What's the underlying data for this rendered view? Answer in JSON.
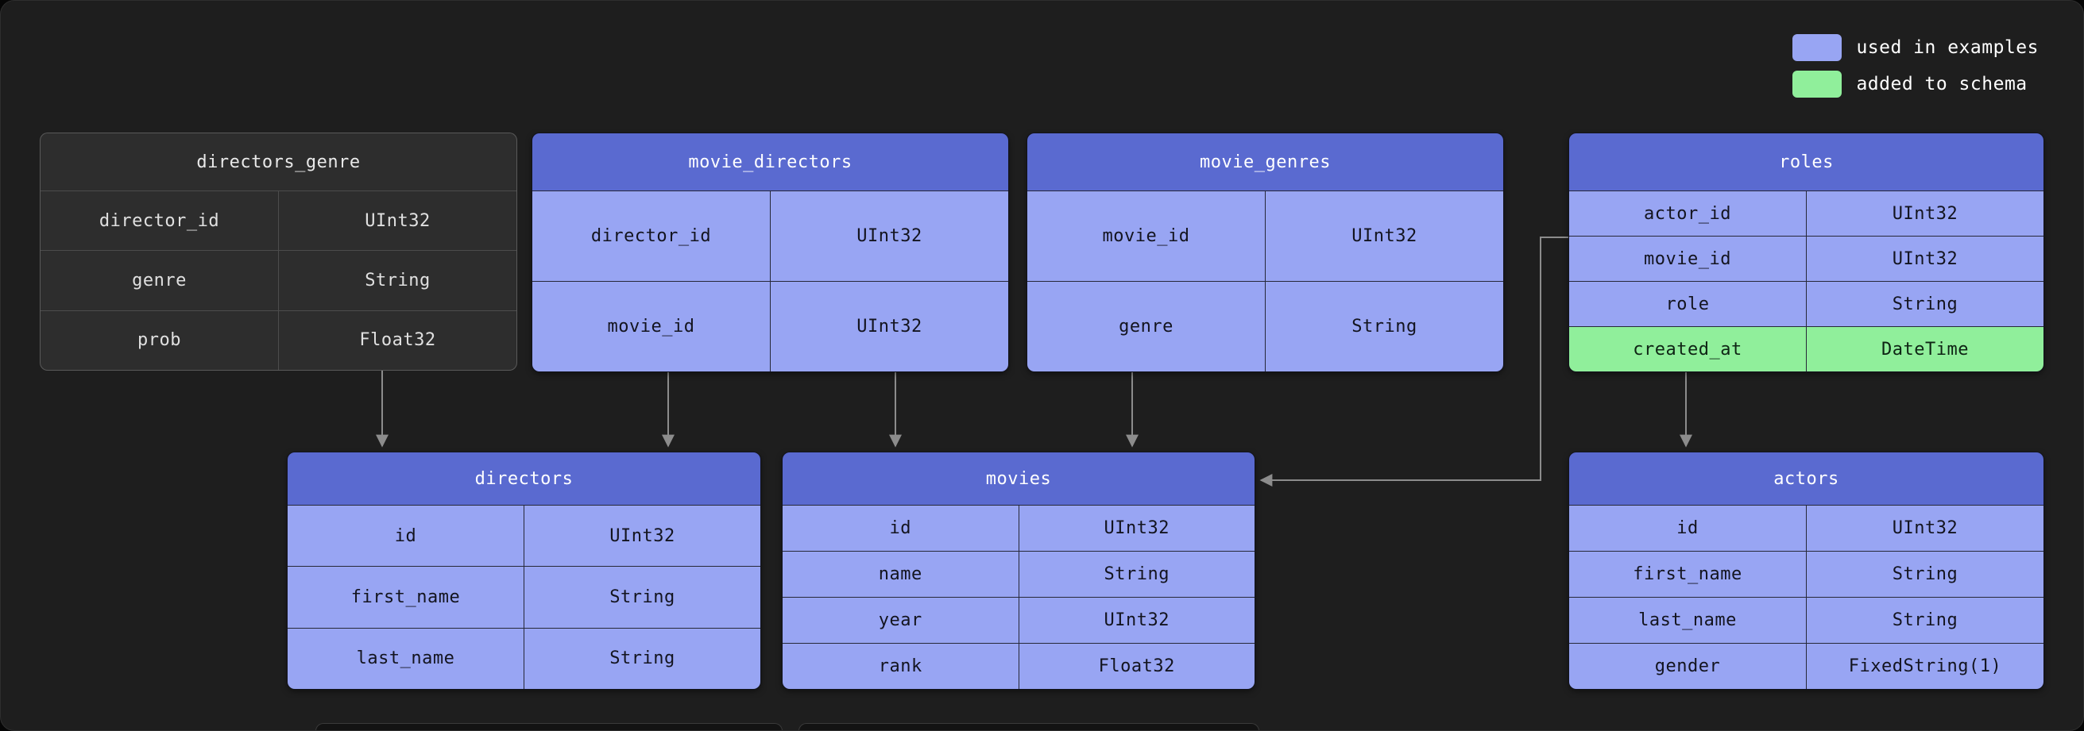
{
  "legend": {
    "items": [
      {
        "label": "used in examples",
        "color": "#98a5f3"
      },
      {
        "label": "added to schema",
        "color": "#90ef9b"
      }
    ]
  },
  "colors": {
    "background": "#1e1e1e",
    "table_header_blue": "#5a6ad0",
    "table_cell_blue": "#98a5f3",
    "added_row_green": "#90ef9b",
    "muted_table_gray": "#2d2d2d",
    "connector_gray": "#8c8c8c"
  },
  "tables": {
    "directors_genre": {
      "title": "directors_genre",
      "status": "not_used",
      "rows": [
        {
          "field": "director_id",
          "type": "UInt32"
        },
        {
          "field": "genre",
          "type": "String"
        },
        {
          "field": "prob",
          "type": "Float32"
        }
      ]
    },
    "movie_directors": {
      "title": "movie_directors",
      "status": "used_in_examples",
      "rows": [
        {
          "field": "director_id",
          "type": "UInt32"
        },
        {
          "field": "movie_id",
          "type": "UInt32"
        }
      ]
    },
    "movie_genres": {
      "title": "movie_genres",
      "status": "used_in_examples",
      "rows": [
        {
          "field": "movie_id",
          "type": "UInt32"
        },
        {
          "field": "genre",
          "type": "String"
        }
      ]
    },
    "roles": {
      "title": "roles",
      "status": "used_in_examples",
      "rows": [
        {
          "field": "actor_id",
          "type": "UInt32"
        },
        {
          "field": "movie_id",
          "type": "UInt32"
        },
        {
          "field": "role",
          "type": "String"
        },
        {
          "field": "created_at",
          "type": "DateTime",
          "status": "added_to_schema"
        }
      ]
    },
    "directors": {
      "title": "directors",
      "status": "used_in_examples",
      "rows": [
        {
          "field": "id",
          "type": "UInt32"
        },
        {
          "field": "first_name",
          "type": "String"
        },
        {
          "field": "last_name",
          "type": "String"
        }
      ]
    },
    "movies": {
      "title": "movies",
      "status": "used_in_examples",
      "rows": [
        {
          "field": "id",
          "type": "UInt32"
        },
        {
          "field": "name",
          "type": "String"
        },
        {
          "field": "year",
          "type": "UInt32"
        },
        {
          "field": "rank",
          "type": "Float32"
        }
      ]
    },
    "actors": {
      "title": "actors",
      "status": "used_in_examples",
      "rows": [
        {
          "field": "id",
          "type": "UInt32"
        },
        {
          "field": "first_name",
          "type": "String"
        },
        {
          "field": "last_name",
          "type": "String"
        },
        {
          "field": "gender",
          "type": "FixedString(1)"
        }
      ]
    }
  },
  "connections": [
    {
      "from": "directors_genre",
      "to": "directors"
    },
    {
      "from": "movie_directors",
      "to": "directors"
    },
    {
      "from": "movie_directors",
      "to": "movies"
    },
    {
      "from": "movie_genres",
      "to": "movies"
    },
    {
      "from": "roles",
      "to": "movies"
    },
    {
      "from": "roles",
      "to": "actors"
    }
  ]
}
